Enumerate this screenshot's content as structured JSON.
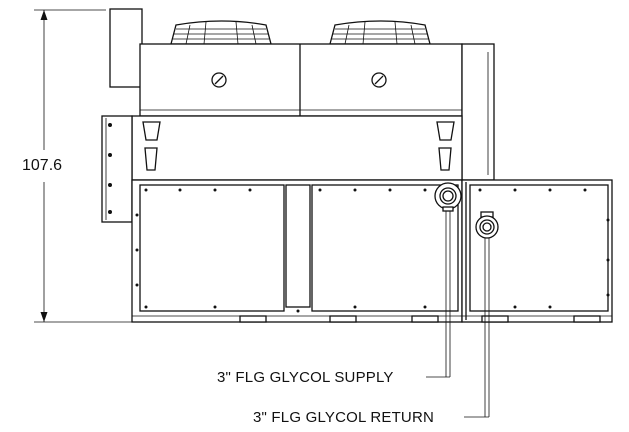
{
  "drawing": {
    "overall_height_dimension": "107.6",
    "callouts": {
      "supply": "3\" FLG GLYCOL SUPPLY",
      "return": "3\" FLG GLYCOL RETURN"
    }
  },
  "colors": {
    "line": "#111111",
    "background": "#ffffff"
  }
}
